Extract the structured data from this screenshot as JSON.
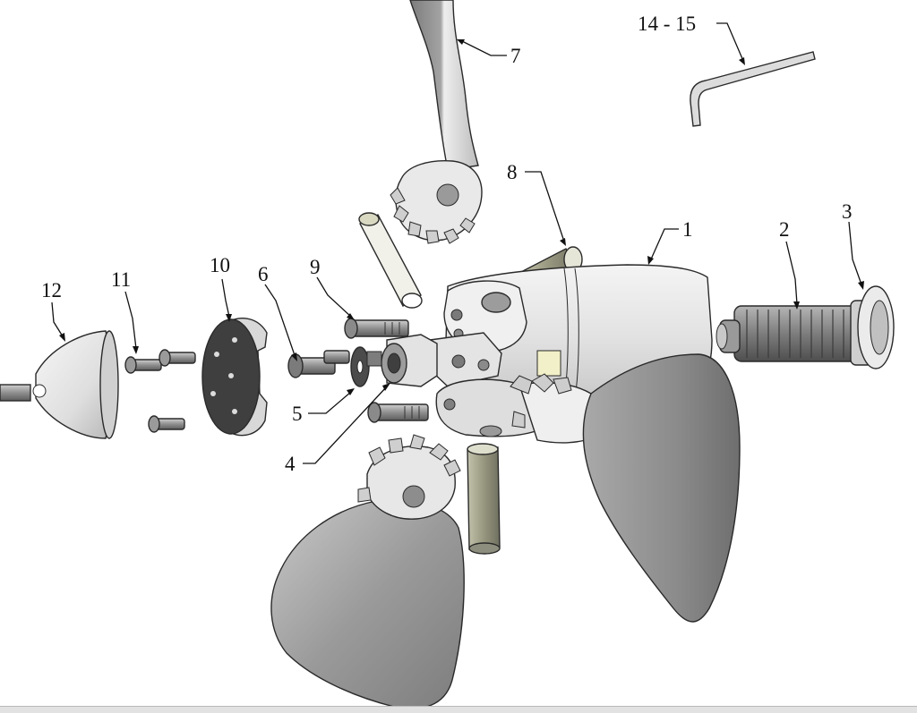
{
  "diagram": {
    "labels": {
      "l1": "1",
      "l2": "2",
      "l3": "3",
      "l4": "4",
      "l5": "5",
      "l6": "6",
      "l7": "7",
      "l8": "8",
      "l9": "9",
      "l10": "10",
      "l11": "11",
      "l12": "12",
      "l14_15": "14 - 15"
    }
  }
}
